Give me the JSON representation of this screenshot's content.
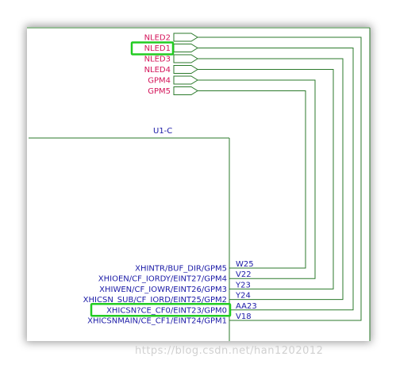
{
  "schematic": {
    "part_ref": "U1-C",
    "net_ports": [
      {
        "label": "NLED2",
        "highlighted": false
      },
      {
        "label": "NLED1",
        "highlighted": true
      },
      {
        "label": "NLED3",
        "highlighted": false
      },
      {
        "label": "NLED4",
        "highlighted": false
      },
      {
        "label": "GPM4",
        "highlighted": false
      },
      {
        "label": "GPM5",
        "highlighted": false
      }
    ],
    "pins": [
      {
        "name": "XHINTR/BUF_DIR/GPM5",
        "ball": "W25",
        "highlighted": false
      },
      {
        "name": "XHIOEN/CF_IORDY/EINT27/GPM4",
        "ball": "V22",
        "highlighted": false
      },
      {
        "name": "XHIWEN/CF_IOWR/EINT26/GPM3",
        "ball": "Y23",
        "highlighted": false
      },
      {
        "name": "XHICSN_SUB/CF_IORD/EINT25/GPM2",
        "ball": "Y24",
        "highlighted": false
      },
      {
        "name": "XHICSN?CE_CF0/EINT23/GPM0",
        "ball": "AA23",
        "highlighted": true
      },
      {
        "name": "XHICSNMAIN/CE_CF1/EINT24/GPM1",
        "ball": "V18",
        "highlighted": false
      }
    ],
    "colors": {
      "net_label": "#d4145a",
      "pin_text": "#1a1aa6",
      "wire": "#2b7a2b",
      "highlight": "#22cc22"
    }
  },
  "watermark": "https://blog.csdn.net/han1202012"
}
